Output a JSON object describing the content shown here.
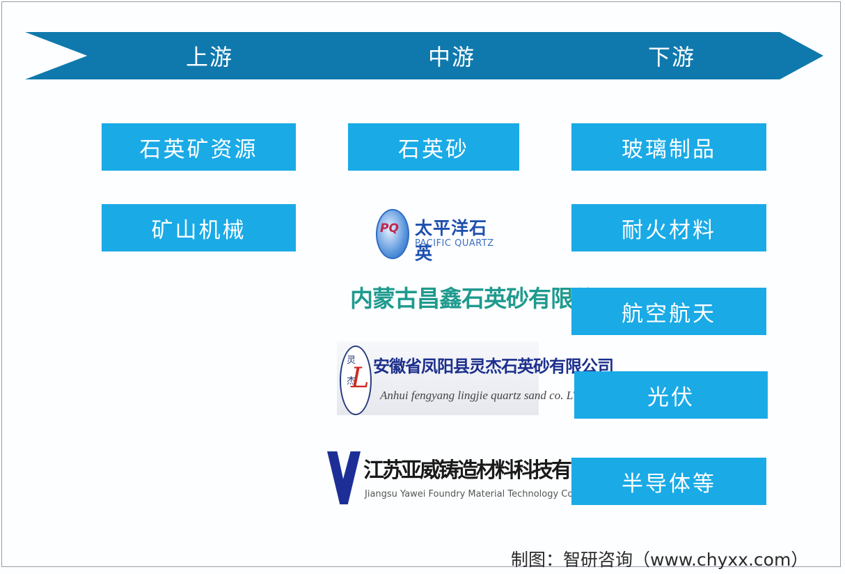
{
  "stages": [
    {
      "label": "上游"
    },
    {
      "label": "中游"
    },
    {
      "label": "下游"
    }
  ],
  "upstream": {
    "items": [
      "石英矿资源",
      "矿山机械"
    ]
  },
  "midstream": {
    "product": "石英砂",
    "companies": [
      {
        "name_cn": "太平洋石英",
        "name_en": "PACIFIC QUARTZ",
        "mark": "PQ"
      },
      {
        "name_cn": "内蒙古昌鑫石英砂有限公司"
      },
      {
        "name_cn": "安徽省凤阳县灵杰石英砂有限公司",
        "name_en": "Anhui fengyang lingjie quartz sand co. LTD",
        "mark_top": "灵",
        "mark_bottom": "杰",
        "mark_swoosh": "L"
      },
      {
        "name_cn": "江苏亚威铸造材料科技有限公司",
        "name_en": "Jiangsu Yawei Foundry Material Technology Co., Ltd"
      }
    ]
  },
  "downstream": {
    "items": [
      "玻璃制品",
      "耐火材料",
      "航空航天",
      "光伏",
      "半导体等"
    ]
  },
  "colors": {
    "stage_arrow": "#0f79ad",
    "box": "#1aaae6"
  },
  "footer": "制图：智研咨询（www.chyxx.com）"
}
